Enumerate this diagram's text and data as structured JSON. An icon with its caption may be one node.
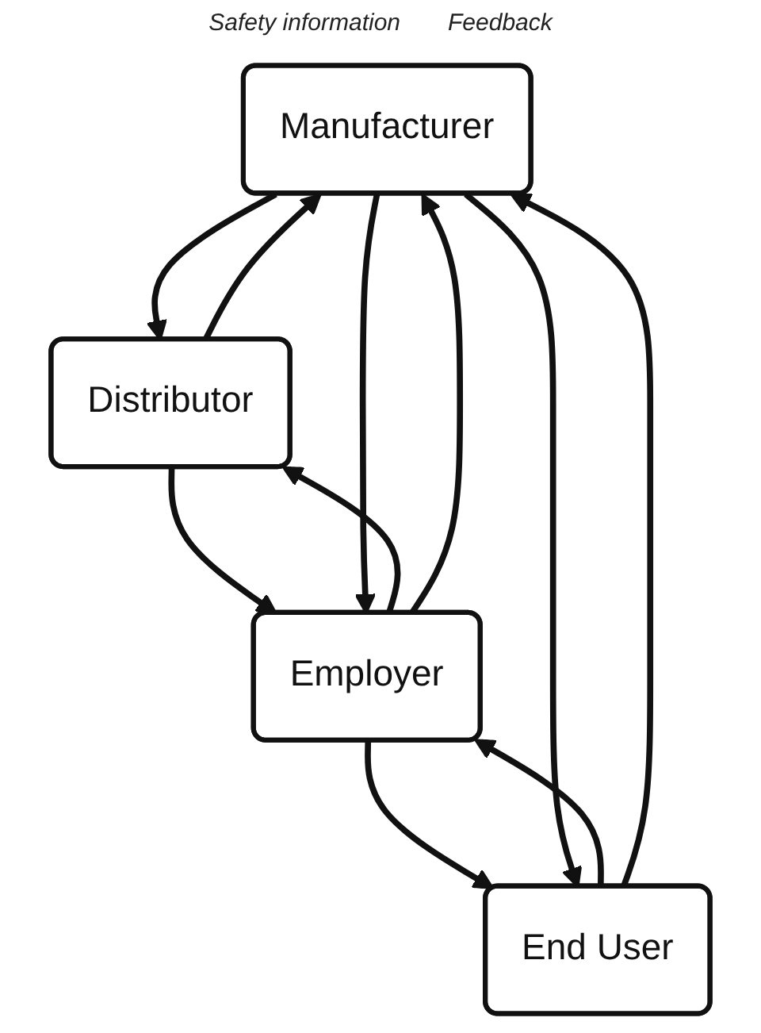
{
  "diagram": {
    "nodes": [
      {
        "text": [
          "Manufacturer"
        ]
      },
      {
        "text": [
          "Distributor"
        ]
      },
      {
        "text": [
          "Employer"
        ]
      },
      {
        "text": [
          "End User"
        ]
      }
    ],
    "edges": [
      {
        "from": 0,
        "to": 1,
        "arrow": "to"
      },
      {
        "from": 1,
        "to": 2,
        "arrow": "to"
      },
      {
        "from": 2,
        "to": 3,
        "arrow": "to"
      },
      {
        "from": 0,
        "to": 2,
        "arrow": "to"
      },
      {
        "from": 0,
        "to": 3,
        "arrow": "to"
      },
      {
        "from": 1,
        "to": 0,
        "arrow": "to"
      },
      {
        "from": 2,
        "to": 1,
        "arrow": "to"
      },
      {
        "from": 2,
        "to": 0,
        "arrow": "to"
      },
      {
        "from": 3,
        "to": 2,
        "arrow": "to"
      },
      {
        "from": 3,
        "to": 0,
        "arrow": "to"
      }
    ],
    "labels": [
      "Safety information",
      "Feedback"
    ]
  }
}
